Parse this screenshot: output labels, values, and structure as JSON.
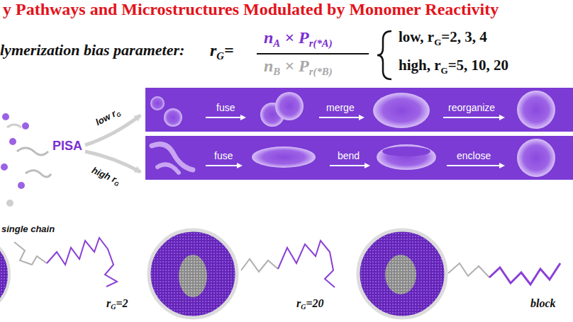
{
  "diagram": {
    "title": "y Pathways and Microstructures Modulated by Monomer Reactivity",
    "nodes": [
      {
        "text": [
          "fuse",
          "merge",
          "reorganize"
        ]
      },
      {
        "text": [
          "fuse",
          "bend",
          "enclose"
        ]
      }
    ],
    "labels": [
      "lymerization bias parameter:",
      "r",
      "G",
      "=",
      "n",
      "A",
      "×",
      "P",
      "r(*A)",
      "n",
      "B",
      "×",
      "P",
      "r(*B)",
      "low, r",
      "G",
      "=2, 3, 4",
      "high, r",
      "G",
      "=5, 10, 20",
      "PISA",
      "low r",
      "G",
      "high r",
      "G",
      "single chain",
      "r",
      "G",
      "=2",
      "r",
      "G",
      "=20",
      "block"
    ]
  }
}
